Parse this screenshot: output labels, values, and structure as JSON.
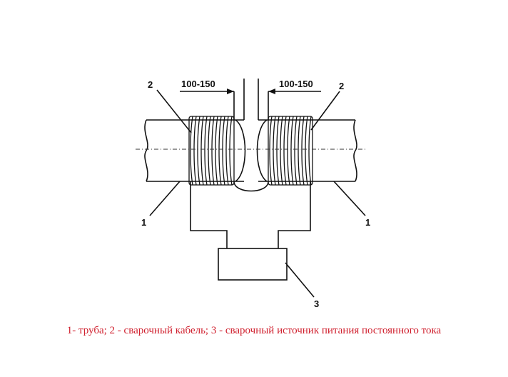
{
  "diagram": {
    "dimension_left": "100-150",
    "dimension_right": "100-150",
    "label_cable_left": "2",
    "label_cable_right": "2",
    "label_pipe_left": "1",
    "label_pipe_right": "1",
    "label_source": "3"
  },
  "caption": "1- труба; 2 - сварочный кабель; 3 - сварочный источник питания постоянного тока",
  "colors": {
    "line": "#111111",
    "caption": "#d0202e"
  }
}
